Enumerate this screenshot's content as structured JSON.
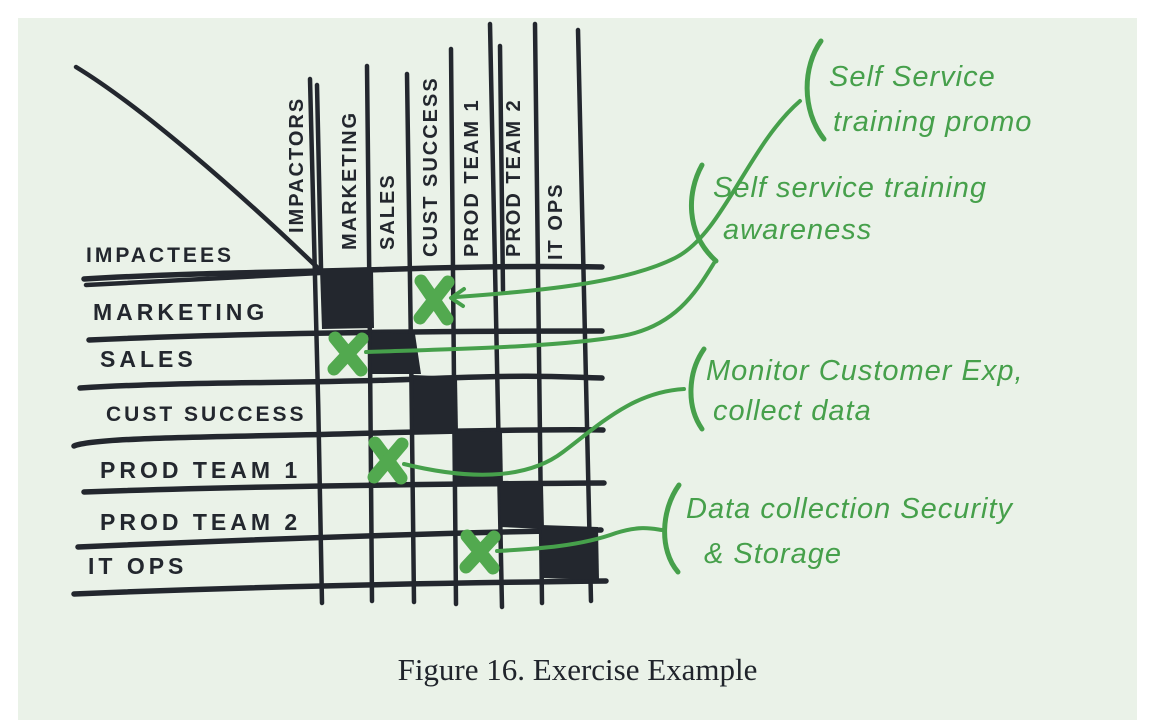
{
  "figure_caption": "Figure 16. Exercise Example",
  "matrix": {
    "corner_row_axis_label": "IMPACTEES",
    "corner_col_axis_label": "IMPACTORS",
    "columns": [
      "MARKETING",
      "SALES",
      "CUST SUCCESS",
      "PROD TEAM 1",
      "PROD TEAM 2",
      "IT OPS"
    ],
    "rows": [
      "MARKETING",
      "SALES",
      "CUST SUCCESS",
      "PROD TEAM 1",
      "PROD TEAM 2",
      "IT OPS"
    ],
    "diagonal_cells_filled": [
      "MARKETING/MARKETING",
      "SALES/SALES",
      "CUST SUCCESS/CUST SUCCESS",
      "PROD TEAM 1/PROD TEAM 1",
      "PROD TEAM 2/PROD TEAM 2",
      "IT OPS/IT OPS"
    ],
    "marks": [
      {
        "impactee_row": "MARKETING",
        "impactor_column": "CUST SUCCESS",
        "note": "Self Service training promo"
      },
      {
        "impactee_row": "SALES",
        "impactor_column": "MARKETING",
        "note": "Self service training awareness"
      },
      {
        "impactee_row": "PROD TEAM 1",
        "impactor_column": "SALES",
        "note": "Monitor Customer Exp, collect data"
      },
      {
        "impactee_row": "IT OPS",
        "impactor_column": "PROD TEAM 1",
        "note": "Data collection Security & Storage"
      }
    ]
  },
  "annotations": [
    {
      "lines": [
        "Self Service",
        "training promo"
      ]
    },
    {
      "lines": [
        "Self service training",
        "awareness"
      ]
    },
    {
      "lines": [
        "Monitor Customer Exp,",
        "collect data"
      ]
    },
    {
      "lines": [
        "Data collection Security",
        "& Storage"
      ]
    }
  ],
  "colors": {
    "canvas": "#eaf2e8",
    "ink": "#23272e",
    "green_line": "#46a04b",
    "green_x": "#52a94f",
    "caption_text": "#20242b"
  }
}
